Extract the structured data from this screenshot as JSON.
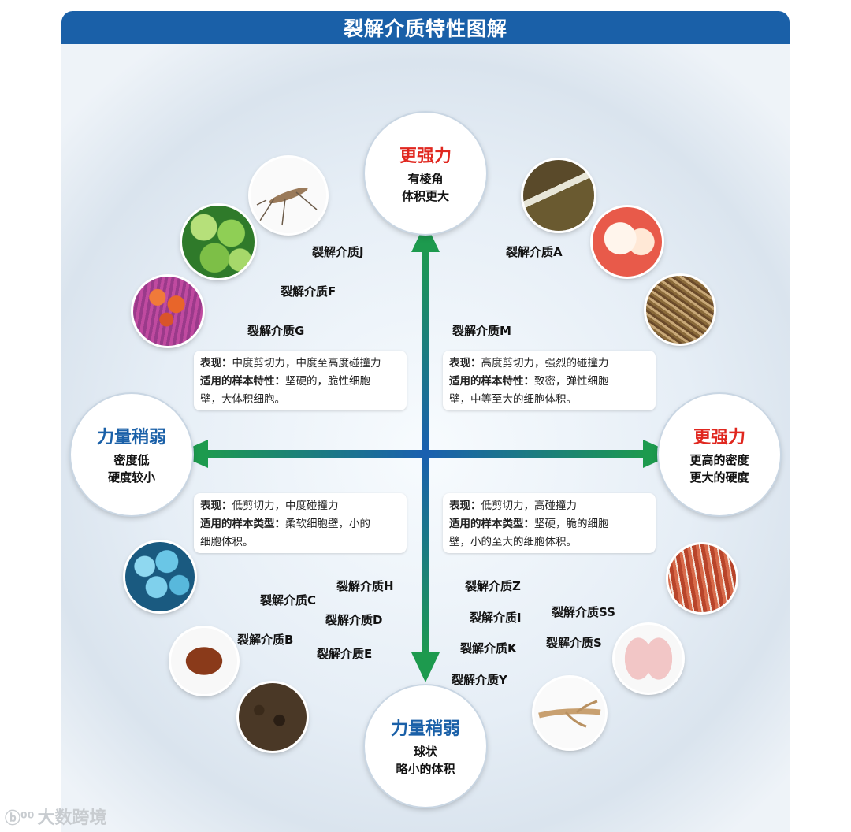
{
  "title": "裂解介质特性图解",
  "top": {
    "heading": "更强力",
    "line1": "有棱角",
    "line2": "体积更大"
  },
  "bottom": {
    "heading": "力量稍弱",
    "line1": "球状",
    "line2": "略小的体积"
  },
  "left": {
    "heading": "力量稍弱",
    "line1": "密度低",
    "line2": "硬度较小"
  },
  "right": {
    "heading": "更强力",
    "line1": "更高的密度",
    "line2": "更大的硬度"
  },
  "labels": {
    "J": "裂解介质J",
    "F": "裂解介质F",
    "G": "裂解介质G",
    "A": "裂解介质A",
    "M": "裂解介质M",
    "H": "裂解介质H",
    "C": "裂解介质C",
    "D": "裂解介质D",
    "B": "裂解介质B",
    "E": "裂解介质E",
    "Z": "裂解介质Z",
    "I": "裂解介质I",
    "SS": "裂解介质SS",
    "K": "裂解介质K",
    "S": "裂解介质S",
    "Y": "裂解介质Y"
  },
  "boxes": {
    "tl": {
      "k1": "表现：",
      "v1": "中度剪切力，中度至高度碰撞力",
      "k2": "适用的样本特性：",
      "v2": "坚硬的，脆性细胞",
      "v3": "壁，大体积细胞。"
    },
    "tr": {
      "k1": "表现：",
      "v1": "高度剪切力，强烈的碰撞力",
      "k2": "适用的样本特性：",
      "v2": "致密，弹性细胞",
      "v3": "壁，中等至大的细胞体积。"
    },
    "bl": {
      "k1": "表现：",
      "v1": "低剪切力，中度碰撞力",
      "k2": "适用的样本类型：",
      "v2": "柔软细胞壁，小的",
      "v3": "细胞体积。"
    },
    "br": {
      "k1": "表现：",
      "v1": "低剪切力，高碰撞力",
      "k2": "适用的样本类型：",
      "v2": "坚硬，脆的细胞",
      "v3": "壁，小的至大的细胞体积。"
    }
  },
  "thumbnails": [
    "mosquito",
    "green-spores",
    "red-fungus",
    "seed-tray",
    "teeth",
    "dried-grain",
    "blue-yeast",
    "kidney",
    "soil",
    "muscle",
    "lung",
    "root"
  ],
  "watermark": "大数跨境",
  "colors": {
    "title_bg": "#1a60a8",
    "accent_red": "#e0271f",
    "accent_blue": "#1a60a8",
    "arrow_green": "#1d9a4e"
  }
}
